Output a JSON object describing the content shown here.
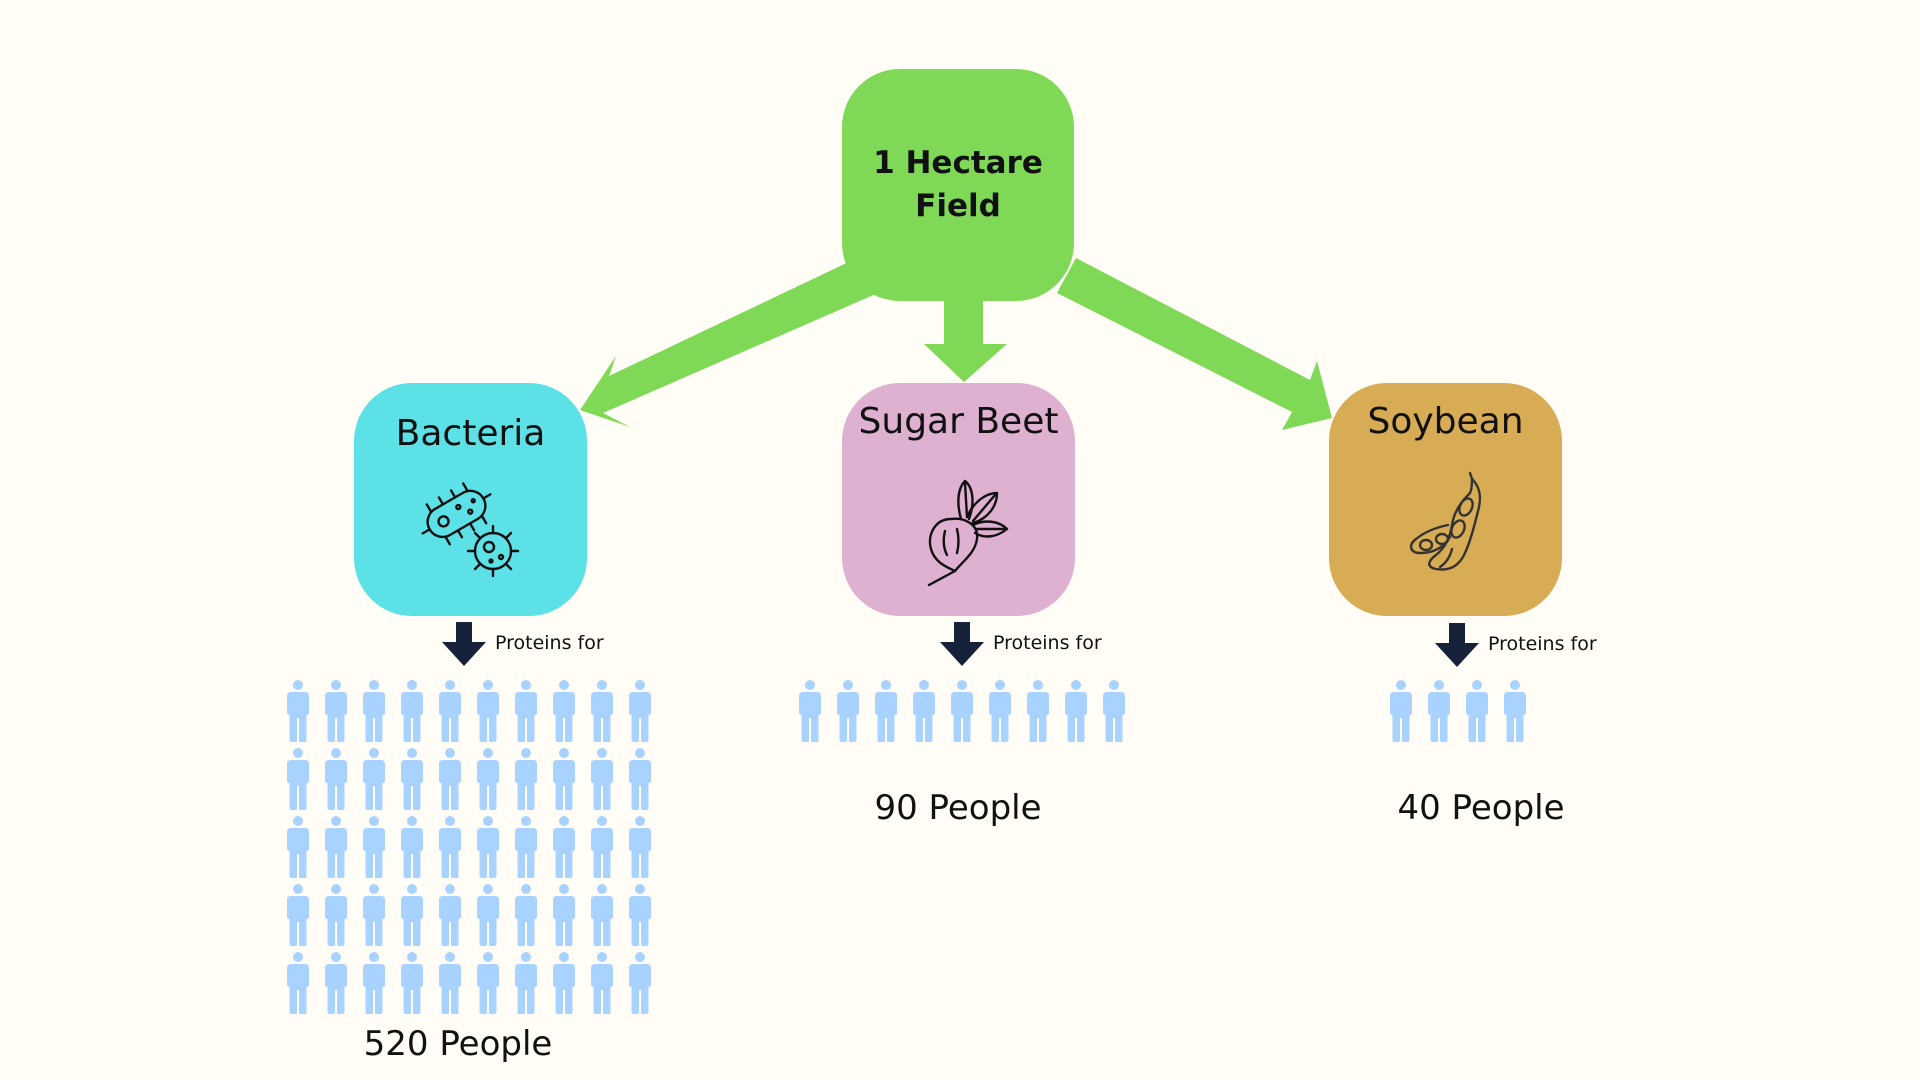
{
  "root": {
    "label": "1 Hectare\nField"
  },
  "branches": [
    {
      "title": "Bacteria",
      "icon": "bacteria-icon",
      "proteins_label": "Proteins for",
      "people_count_label": "520 People",
      "people_icons_shown": 50
    },
    {
      "title": "Sugar Beet",
      "icon": "sugar-beet-icon",
      "proteins_label": "Proteins for",
      "people_count_label": "90 People",
      "people_icons_shown": 9
    },
    {
      "title": "Soybean",
      "icon": "soybean-icon",
      "proteins_label": "Proteins for",
      "people_count_label": "40 People",
      "people_icons_shown": 4
    }
  ],
  "colors": {
    "background": "#fffdf6",
    "root_box": "#7fd957",
    "connector_arrows": "#7fd957",
    "bacteria_box": "#5ce1e6",
    "sugar_beet_box": "#dfb1d1",
    "soybean_box": "#d8ac55",
    "down_arrow": "#16223a",
    "person_icon": "#a8d2ff",
    "icon_stroke": "#111111"
  }
}
